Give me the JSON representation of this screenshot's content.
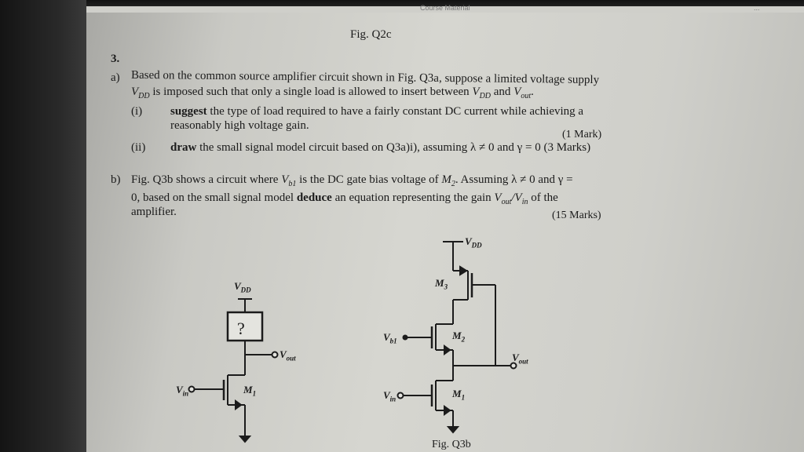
{
  "header": {
    "top_strip_text": "Course Material",
    "top_right_text": "..."
  },
  "fig_q2c_label": "Fig. Q2c",
  "question_number": "3.",
  "part_a": {
    "label": "a)",
    "line1": "Based on the common source amplifier circuit shown in Fig. Q3a, suppose a limited voltage supply",
    "line2_pre": "is imposed such that only a single load is allowed to insert between",
    "line2_and": "and",
    "items": [
      {
        "label": "(i)",
        "bold": "suggest",
        "line1": "the type of load required to have a fairly constant DC current while achieving a",
        "line2": "reasonably high voltage gain.",
        "marks": "(1 Mark)"
      },
      {
        "label": "(ii)",
        "bold": "draw",
        "line1": "the small signal model circuit based on Q3a)i), assuming λ ≠ 0 and γ = 0",
        "marks": "(3 Marks)"
      }
    ]
  },
  "part_b": {
    "label": "b)",
    "line1_a": "Fig. Q3b shows a circuit where",
    "line1_b": "is the DC gate bias voltage of",
    "line1_c": ". Assuming λ ≠ 0 and γ =",
    "line2_a": "0, based on the small signal model",
    "line2_bold": "deduce",
    "line2_b": "an equation representing the gain",
    "line2_c": "of the",
    "line3": "amplifier.",
    "marks": "(15 Marks)"
  },
  "fig_a": {
    "vdd": "VDD",
    "box": "?",
    "vout": "Vout",
    "vin": "Vin",
    "m1": "M1"
  },
  "fig_b": {
    "vdd": "VDD",
    "m3": "M3",
    "vb1": "Vb1",
    "m2": "M2",
    "vout": "Vout",
    "vin": "Vin",
    "m1": "M1",
    "caption": "Fig. Q3b"
  }
}
